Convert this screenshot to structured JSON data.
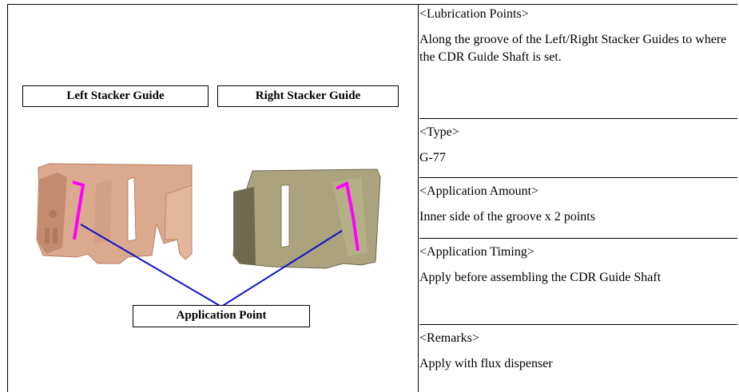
{
  "figure": {
    "left_label": "Left Stacker Guide",
    "right_label": "Right Stacker Guide",
    "point_label": "Application Point",
    "colors": {
      "left_part": "#d9a58a",
      "right_part": "#a9a27c",
      "marker": "#ff00ff",
      "pointer_line": "#1010cc"
    }
  },
  "table": {
    "lubrication_points": {
      "heading": "<Lubrication Points>",
      "body": "Along the groove of the Left/Right Stacker Guides to where the CDR Guide Shaft is set."
    },
    "type": {
      "heading": "<Type>",
      "body": "G-77"
    },
    "amount": {
      "heading": "<Application Amount>",
      "body": "Inner side of the groove x 2 points"
    },
    "timing": {
      "heading": "<Application Timing>",
      "body": "Apply before assembling the CDR Guide Shaft"
    },
    "remarks": {
      "heading": "<Remarks>",
      "body": "Apply with flux dispenser"
    }
  }
}
